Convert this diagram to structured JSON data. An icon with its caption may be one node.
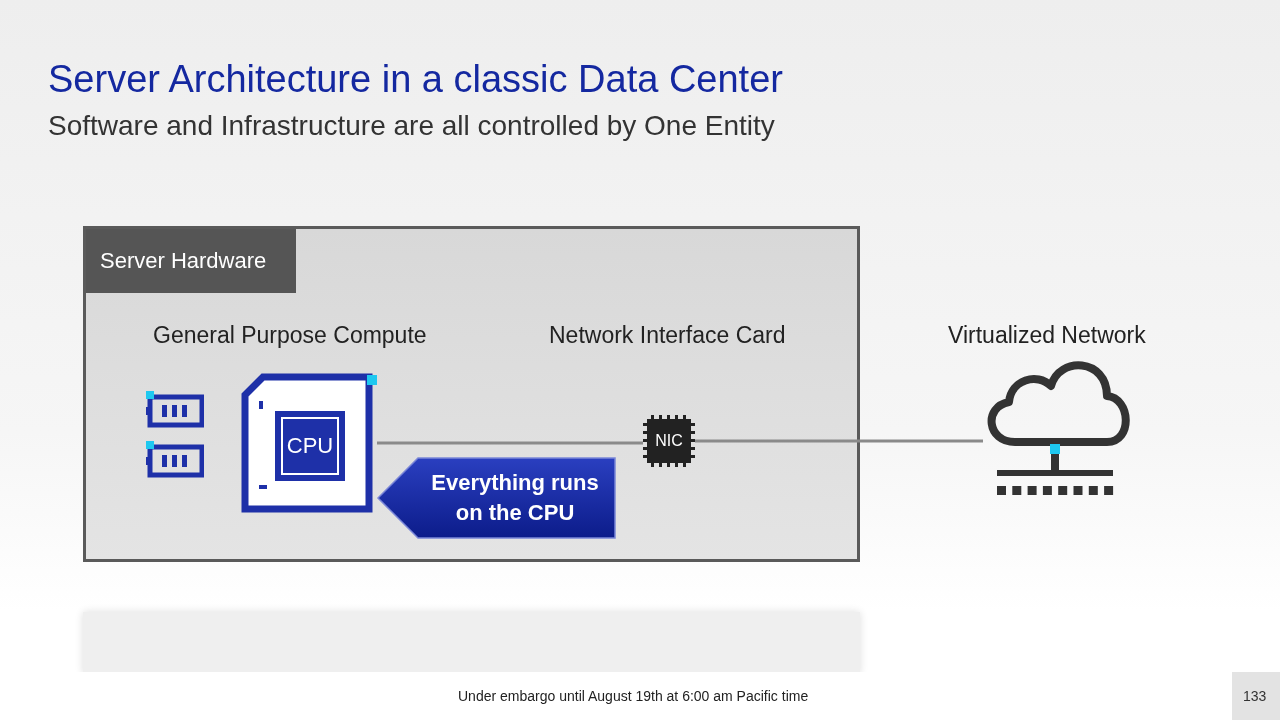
{
  "diagram": {
    "title": "Server Architecture in a classic Data Center",
    "nodes": [
      {
        "text": [
          "Server Hardware"
        ]
      },
      {
        "text": [
          "CPU"
        ],
        "in": 0
      },
      {
        "text": [
          "NIC"
        ],
        "in": 0
      },
      {
        "text": [],
        "shape": "cloud"
      },
      {
        "text": [
          "Everything runs on the CPU"
        ],
        "in": 0
      }
    ],
    "edges": [
      {
        "from": 1,
        "to": 2,
        "arrow": "none"
      },
      {
        "from": 2,
        "to": 3,
        "arrow": "none"
      }
    ],
    "labels": [
      "Software and Infrastructure are all controlled by One Entity",
      "General Purpose Compute",
      "Network Interface Card",
      "Virtualized Network",
      "Under embargo until August 19th at 6:00 am Pacific time",
      "133"
    ]
  }
}
